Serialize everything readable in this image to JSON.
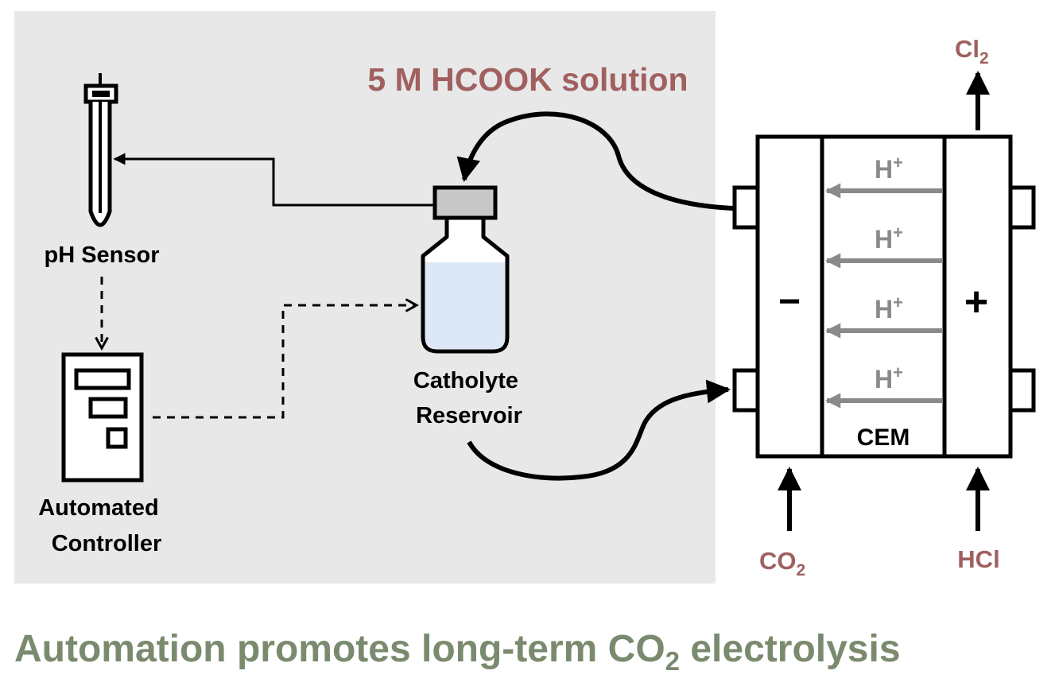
{
  "solution_label": "5 M HCOOK solution",
  "ph_sensor_label": "pH Sensor",
  "controller_label": [
    "Automated",
    "Controller"
  ],
  "reservoir_label": [
    "Catholyte",
    "Reservoir"
  ],
  "cell": {
    "cathode_sign": "−",
    "anode_sign": "+",
    "membrane_label": "CEM",
    "ion_label": "H",
    "ion_charge": "+",
    "ion_count": 4
  },
  "anode_output": {
    "base": "Cl",
    "sub": "2"
  },
  "cathode_input": {
    "base": "CO",
    "sub": "2"
  },
  "anode_input": "HCl",
  "headline": {
    "before": "Automation promotes long-term CO",
    "sub": "2",
    "after": " electrolysis"
  },
  "colors": {
    "panel": "#e8e8e8",
    "accent_label": "#a0605f",
    "headline": "#7a8a6e",
    "ion_arrow": "#8a8a8a",
    "liquid": "#dce8f5",
    "cap": "#c8c8c8"
  }
}
